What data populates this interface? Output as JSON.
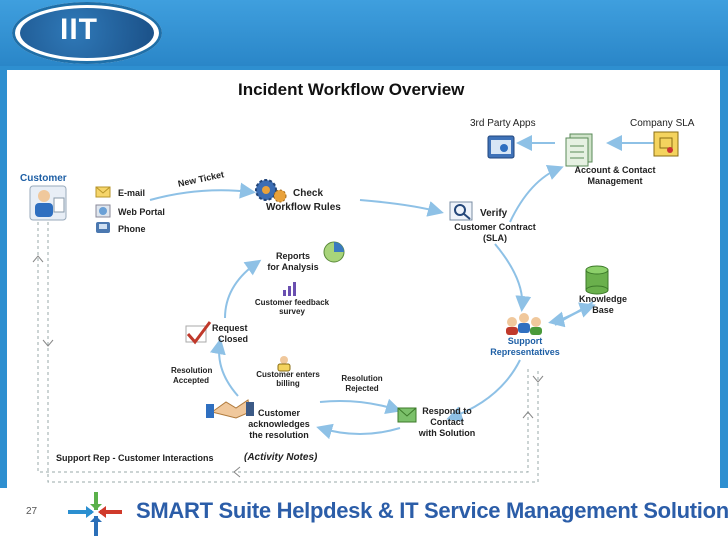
{
  "logo": {
    "text": "IIT"
  },
  "slide": {
    "title": "Incident Workflow Overview",
    "page_number": "27"
  },
  "footer": {
    "title": "SMART Suite Helpdesk & IT Service Management Solutions"
  },
  "nodes": {
    "customer": "Customer",
    "email": "E-mail",
    "web_portal": "Web Portal",
    "phone": "Phone",
    "new_ticket": "New Ticket",
    "check_rules_1": "Check",
    "check_rules_2": "Workflow Rules",
    "verify_1": "Verify",
    "verify_2": "Customer Contract",
    "verify_3": "(SLA)",
    "third_party": "3rd Party Apps",
    "company_sla": "Company SLA",
    "account_1": "Account & Contact",
    "account_2": "Management",
    "kb_1": "Knowledge",
    "kb_2": "Base",
    "support_1": "Support",
    "support_2": "Representatives",
    "respond_1": "Respond to",
    "respond_2": "Contact",
    "respond_3": "with Solution",
    "ack_1": "Customer",
    "ack_2": "acknowledges",
    "ack_3": "the resolution",
    "resolution_rejected_1": "Resolution",
    "resolution_rejected_2": "Rejected",
    "resolution_accepted_1": "Resolution",
    "resolution_accepted_2": "Accepted",
    "billing_1": "Customer enters",
    "billing_2": "billing",
    "request_closed_1": "Request",
    "request_closed_2": "Closed",
    "feedback_1": "Customer feedback",
    "feedback_2": "survey",
    "reports_1": "Reports",
    "reports_2": "for Analysis",
    "interactions": "Support Rep - Customer Interactions",
    "activity_notes": "(Activity Notes)"
  },
  "colors": {
    "band": "#2e8fd0",
    "arrow": "#8ec1e6",
    "footer_text": "#2b5da8"
  }
}
